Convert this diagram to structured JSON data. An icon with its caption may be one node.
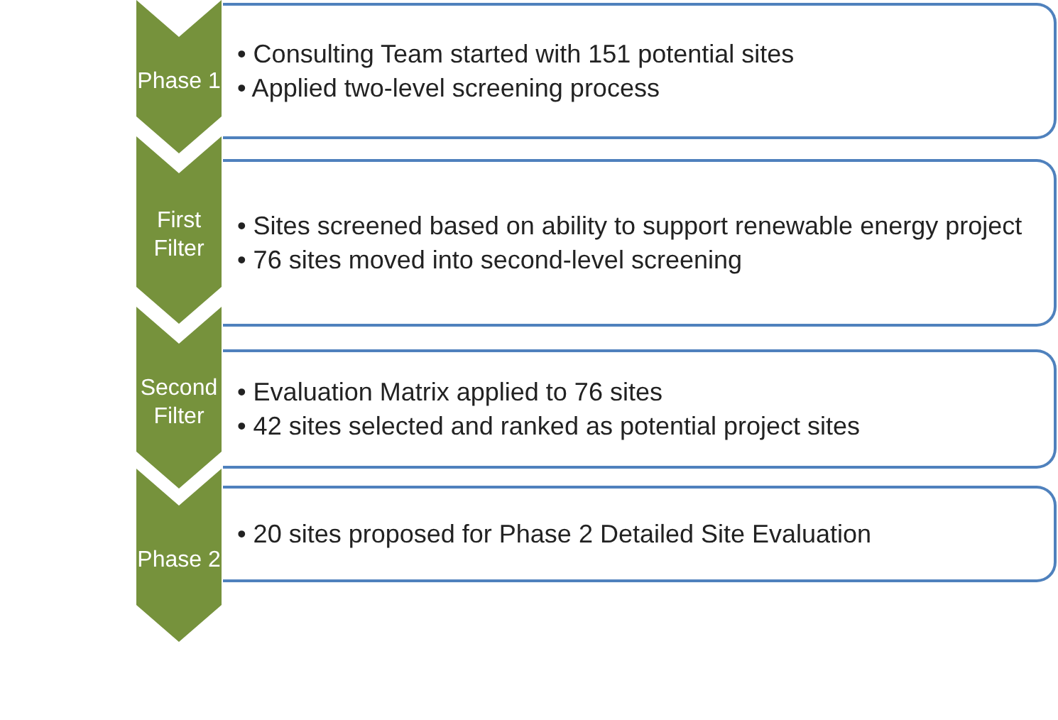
{
  "diagram": {
    "nodes": [
      {
        "text": [
          "Phase 1"
        ]
      },
      {
        "text": [
          "• Consulting Team started with 151 potential sites",
          "• Applied two-level screening process"
        ]
      },
      {
        "text": [
          "First Filter"
        ]
      },
      {
        "text": [
          "• Sites screened based on ability to support renewable energy project",
          "• 76 sites moved into second-level screening"
        ]
      },
      {
        "text": [
          "Second Filter"
        ]
      },
      {
        "text": [
          "• Evaluation Matrix applied to 76 sites",
          "• 42 sites selected and ranked as potential project sites"
        ]
      },
      {
        "text": [
          "Phase 2"
        ]
      },
      {
        "text": [
          "• 20 sites proposed for Phase 2 Detailed Site Evaluation"
        ]
      }
    ]
  }
}
